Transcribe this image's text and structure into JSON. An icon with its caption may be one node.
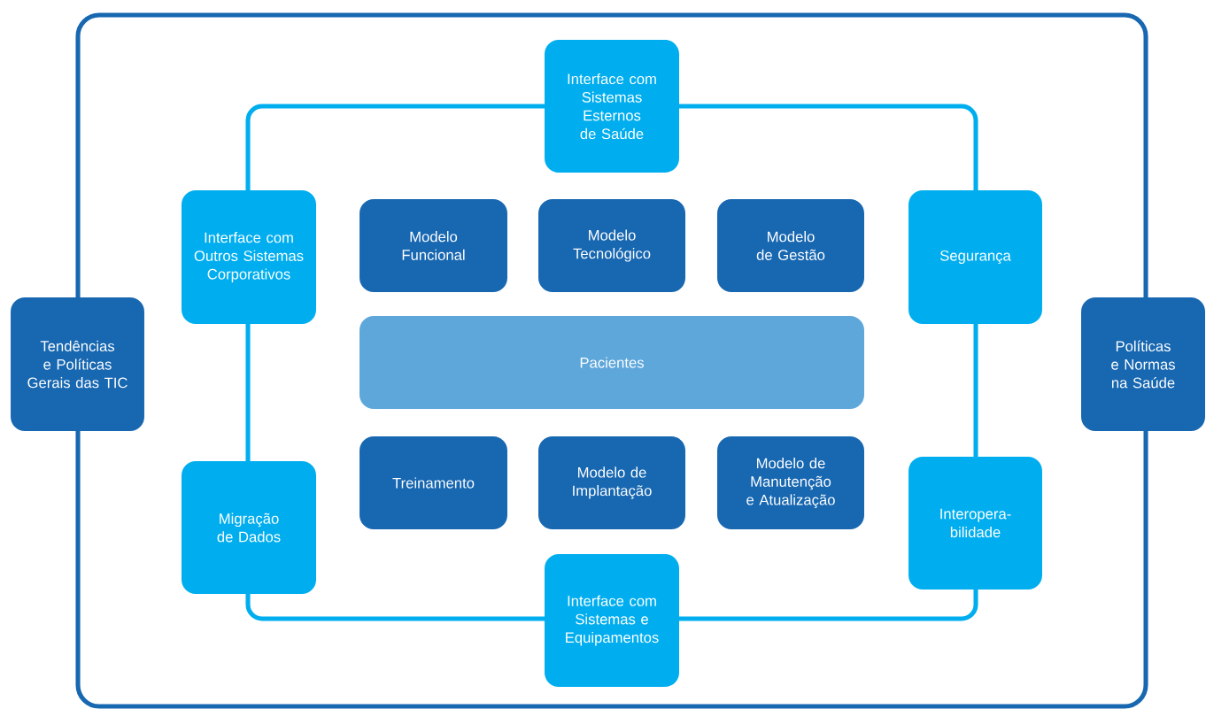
{
  "diagram": {
    "nodes": [
      {
        "text": [
          "Interface com Sistemas Esternos de Saúde"
        ]
      },
      {
        "text": [
          "Interface com Outros Sistemas Corporativos"
        ]
      },
      {
        "text": [
          "Modelo Funcional"
        ]
      },
      {
        "text": [
          "Modelo Tecnológico"
        ]
      },
      {
        "text": [
          "Modelo de Gestão"
        ]
      },
      {
        "text": [
          "Segurança"
        ]
      },
      {
        "text": [
          "Tendências e Políticas Gerais das TIC"
        ]
      },
      {
        "text": [
          "Pacientes"
        ]
      },
      {
        "text": [
          "Políticas e Normas na Saúde"
        ]
      },
      {
        "text": [
          "Treinamento"
        ]
      },
      {
        "text": [
          "Modelo de Implantação"
        ]
      },
      {
        "text": [
          "Modelo de Manutenção e Atualização"
        ]
      },
      {
        "text": [
          "Migração de Dados"
        ]
      },
      {
        "text": [
          "Interopera-bilidade"
        ]
      },
      {
        "text": [
          "Interface com Sistemas e Equipamentos"
        ]
      }
    ]
  }
}
